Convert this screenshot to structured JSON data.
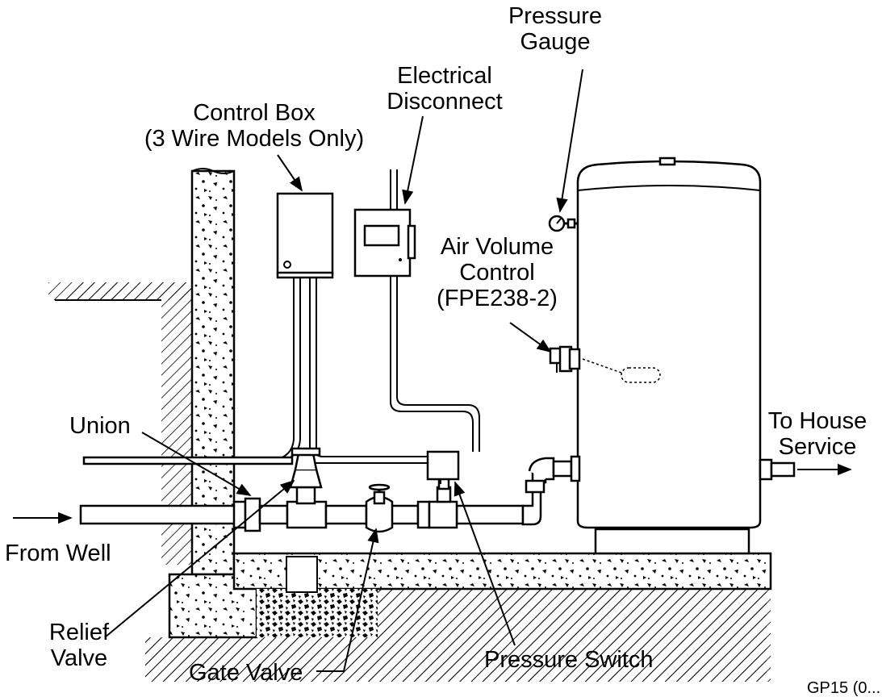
{
  "labels": {
    "pressure_gauge": [
      "Pressure",
      "Gauge"
    ],
    "electrical_disconnect": [
      "Electrical",
      "Disconnect"
    ],
    "control_box": [
      "Control Box",
      "(3 Wire Models Only)"
    ],
    "air_volume_control": [
      "Air Volume",
      "Control",
      "(FPE238-2)"
    ],
    "union": "Union",
    "to_house_service": [
      "To House",
      "Service"
    ],
    "from_well": "From Well",
    "relief_valve": [
      "Relief",
      "Valve"
    ],
    "gate_valve": "Gate Valve",
    "pressure_switch": "Pressure Switch",
    "figure_code": "GP15 (0..."
  },
  "icons": [
    "pressure-tank",
    "pressure-gauge-icon",
    "control-box",
    "electrical-disconnect-box",
    "gate-valve",
    "relief-valve",
    "pressure-switch",
    "union-fitting",
    "concrete-wall",
    "concrete-floor"
  ],
  "colors": {
    "line": "#000000",
    "background": "#ffffff"
  }
}
